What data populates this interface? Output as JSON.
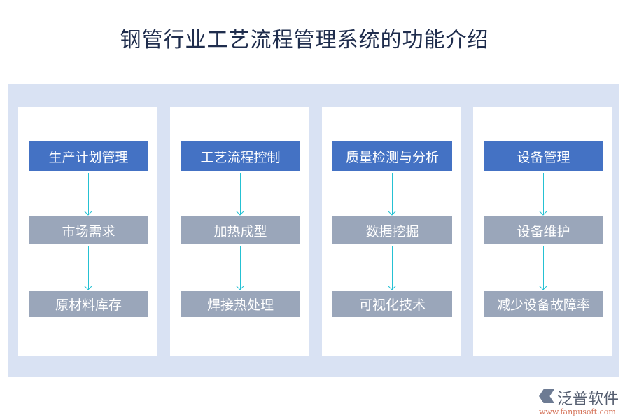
{
  "title": "钢管行业工艺流程管理系统的功能介绍",
  "columns": [
    {
      "header": "生产计划管理",
      "steps": [
        "市场需求",
        "原材料库存"
      ]
    },
    {
      "header": "工艺流程控制",
      "steps": [
        "加热成型",
        "焊接热处理"
      ]
    },
    {
      "header": "质量检测与分析",
      "steps": [
        "数据挖掘",
        "可视化技术"
      ]
    },
    {
      "header": "设备管理",
      "steps": [
        "设备维护",
        "减少设备故障率"
      ]
    }
  ],
  "logo": {
    "name": "泛普软件",
    "url": "www.fanpusoft.com"
  },
  "colors": {
    "header": "#4472c4",
    "step": "#9aa6ba",
    "arrow": "#25c1d3",
    "background": "#d9e2f3"
  }
}
